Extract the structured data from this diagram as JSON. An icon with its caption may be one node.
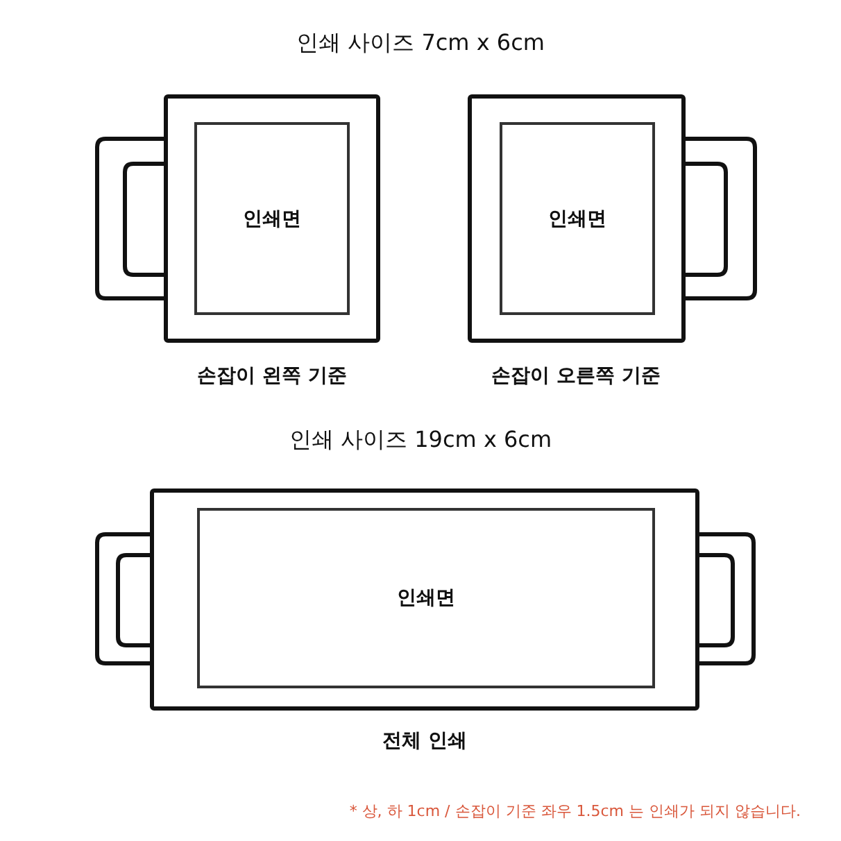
{
  "diagram": {
    "nodes": [
      {
        "text": [],
        "shape": "box",
        "beside": [
          "손잡이 왼쪽 기준"
        ]
      },
      {
        "text": [
          "인쇄면"
        ],
        "in": 0
      },
      {
        "text": [],
        "shape": "box",
        "beside": [
          "손잡이 오른쪽 기준"
        ]
      },
      {
        "text": [
          "인쇄면"
        ],
        "in": 2
      },
      {
        "text": [],
        "shape": "box",
        "beside": [
          "전체 인쇄"
        ]
      },
      {
        "text": [
          "인쇄면"
        ],
        "in": 4
      }
    ],
    "edges": [],
    "labels": [
      "인쇄 사이즈 7cm x 6cm",
      "인쇄 사이즈 19cm x 6cm",
      "* 상, 하 1cm / 손잡이 기준 좌우 1.5cm 는 인쇄가 되지 않습니다."
    ]
  }
}
